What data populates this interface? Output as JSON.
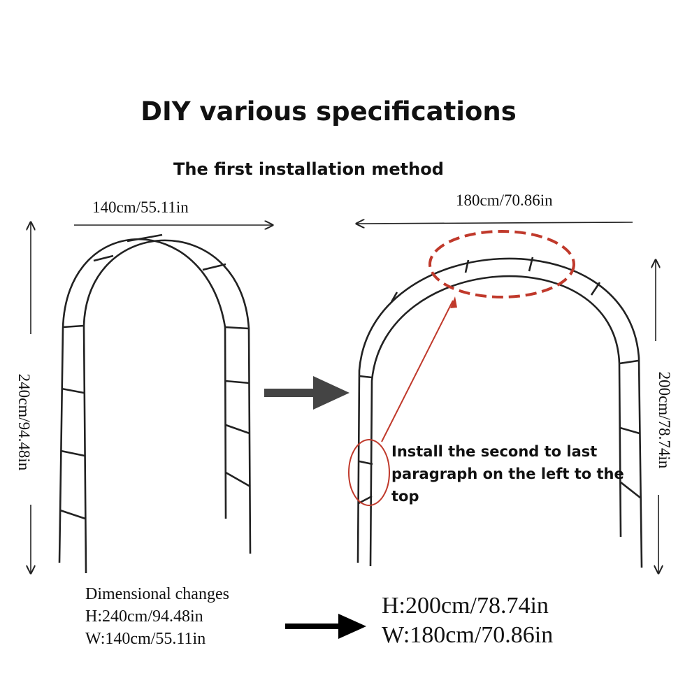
{
  "title": "DIY various specifications",
  "subtitle": "The first installation method",
  "left_arch": {
    "width_label": "140cm/55.11in",
    "height_label": "240cm/94.48in"
  },
  "right_arch": {
    "width_label": "180cm/70.86in",
    "height_label": "200cm/78.74in"
  },
  "note": "Install the second to last paragraph on the left to the top",
  "dimensional_changes": {
    "heading": "Dimensional changes",
    "height": "H:240cm/94.48in",
    "width": "W:140cm/55.11in"
  },
  "result": {
    "height": "H:200cm/78.74in",
    "width": "W:180cm/70.86in"
  },
  "colors": {
    "line": "#222222",
    "callout_red": "#c0392b",
    "arrow_gray": "#444444",
    "arrow_black": "#000000"
  }
}
